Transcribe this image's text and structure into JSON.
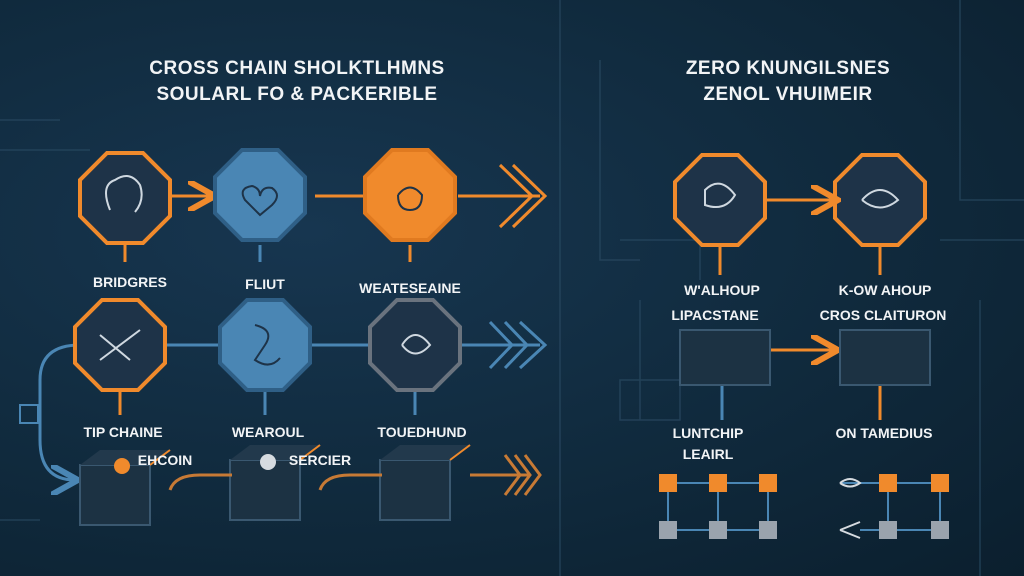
{
  "left_panel": {
    "title_line1": "CROSS CHAIN SHOLKTLHMNS",
    "title_line2": "SOULARL FO & PACKERIBLE",
    "row1_labels": [
      "BRIDGRES",
      "FLIUT",
      "WEATESEAINE"
    ],
    "row2_labels": [
      "TIP CHAINE",
      "WEAROUL",
      "TOUEDHUND"
    ],
    "row3_labels": [
      "EHCOIN",
      "SERCIER"
    ]
  },
  "right_panel": {
    "title_line1": "ZERO KNUNGILSNES",
    "title_line2": "ZENOL VHUIMEIR",
    "node_labels_top": [
      "W'ALHOUP",
      "K-OW AHOUP"
    ],
    "node_labels_sub": [
      "LIPACSTANE",
      "CROS CLAITURON"
    ],
    "bottom_labels": [
      "LUNTCHIP",
      "ON TAMEDIUS"
    ],
    "bottom_sub": "LEAIRL"
  },
  "colors": {
    "orange": "#f08a2c",
    "blue": "#4a86b4",
    "bg": "#102a3d",
    "gray": "#9aa3ad"
  }
}
